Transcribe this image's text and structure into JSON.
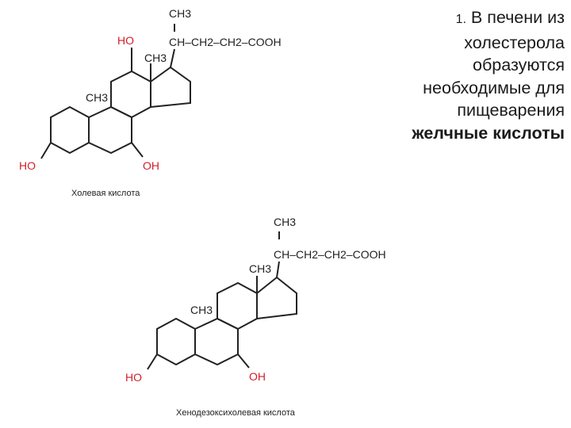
{
  "statement": {
    "number": "1.",
    "line1": "В печени из",
    "line2": "холестерола",
    "line3": "образуются",
    "line4": "необходимые для",
    "line5": "пищеварения",
    "line6": "желчные кислоты"
  },
  "molecule1": {
    "ch3_top": "CH3",
    "chain": "CH–CH2–CH2–COOH",
    "ch3_c18": "CH3",
    "ch3_c19": "CH3",
    "oh_c12": "HO",
    "oh_c3": "HO",
    "oh_c7": "OH",
    "caption": "Холевая кислота"
  },
  "molecule2": {
    "ch3_top": "CH3",
    "chain": "CH–CH2–CH2–COOH",
    "ch3_c18": "CH3",
    "ch3_c19": "CH3",
    "oh_c3": "HO",
    "oh_c7": "OH",
    "caption": "Хенодезоксихолевая кислота"
  },
  "colors": {
    "oh": "#d21e2a",
    "bond": "#222222"
  }
}
